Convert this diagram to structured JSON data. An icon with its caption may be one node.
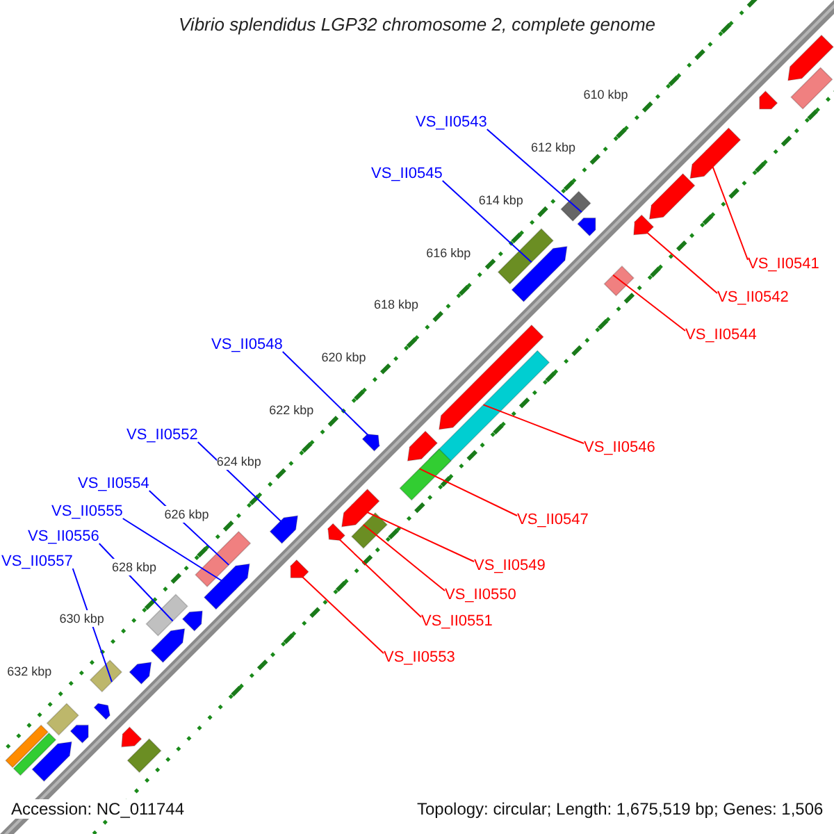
{
  "diagram": {
    "title": "Vibrio splendidus LGP32 chromosome 2, complete genome",
    "nodes": [
      {
        "text": [
          "VS_II0543"
        ]
      },
      {
        "text": [],
        "shape": "box"
      },
      {
        "text": [
          "VS_II0545"
        ]
      },
      {
        "text": [],
        "shape": "box"
      },
      {
        "text": [
          "VS_II0541"
        ]
      },
      {
        "text": [],
        "shape": "arrow"
      },
      {
        "text": [
          "VS_II0542"
        ]
      },
      {
        "text": [],
        "shape": "arrow"
      },
      {
        "text": [
          "VS_II0544"
        ]
      },
      {
        "text": [],
        "shape": "box"
      },
      {
        "text": [
          "VS_II0548"
        ]
      },
      {
        "text": [],
        "shape": "arrow"
      },
      {
        "text": [
          "VS_II0552"
        ]
      },
      {
        "text": [],
        "shape": "arrow"
      },
      {
        "text": [
          "VS_II0546"
        ]
      },
      {
        "text": [],
        "shape": "box"
      },
      {
        "text": [
          "VS_II0554"
        ]
      },
      {
        "text": [],
        "shape": "box"
      },
      {
        "text": [
          "VS_II0555"
        ]
      },
      {
        "text": [],
        "shape": "arrow"
      },
      {
        "text": [
          "VS_II0547"
        ]
      },
      {
        "text": [],
        "shape": "box"
      },
      {
        "text": [
          "VS_II0556"
        ]
      },
      {
        "text": [],
        "shape": "box"
      },
      {
        "text": [
          "VS_II0557"
        ]
      },
      {
        "text": [],
        "shape": "box"
      },
      {
        "text": [
          "VS_II0549"
        ]
      },
      {
        "text": [],
        "shape": "arrow"
      },
      {
        "text": [
          "VS_II0550"
        ]
      },
      {
        "text": [],
        "shape": "box"
      },
      {
        "text": [
          "VS_II0551"
        ]
      },
      {
        "text": [],
        "shape": "arrow"
      },
      {
        "text": [
          "VS_II0553"
        ]
      },
      {
        "text": [],
        "shape": "arrow"
      },
      {
        "text": [],
        "shape": "arrow"
      },
      {
        "text": [],
        "shape": "arrow"
      },
      {
        "text": [],
        "shape": "arrow"
      },
      {
        "text": [],
        "shape": "arrow"
      },
      {
        "text": [],
        "shape": "arrow"
      },
      {
        "text": [],
        "shape": "arrow"
      },
      {
        "text": [],
        "shape": "arrow"
      },
      {
        "text": [],
        "shape": "arrow"
      },
      {
        "text": [],
        "shape": "box"
      },
      {
        "text": [],
        "shape": "box"
      },
      {
        "text": [],
        "shape": "box"
      },
      {
        "text": [],
        "shape": "arrow"
      },
      {
        "text": [],
        "shape": "arrow"
      },
      {
        "text": [],
        "shape": "arrow"
      },
      {
        "text": [],
        "shape": "arrow"
      },
      {
        "text": [],
        "shape": "arrow"
      },
      {
        "text": [],
        "shape": "arrow"
      },
      {
        "text": [],
        "shape": "box"
      },
      {
        "text": [],
        "shape": "box"
      }
    ],
    "edges": [
      {
        "from": 0,
        "to": 1,
        "arrow": "none",
        "color": "#0000ff"
      },
      {
        "from": 2,
        "to": 3,
        "arrow": "none",
        "color": "#0000ff"
      },
      {
        "from": 4,
        "to": 5,
        "arrow": "none"
      },
      {
        "from": 6,
        "to": 7,
        "arrow": "none"
      },
      {
        "from": 8,
        "to": 9,
        "arrow": "none"
      },
      {
        "from": 10,
        "to": 11,
        "arrow": "none",
        "color": "#0000ff"
      },
      {
        "from": 12,
        "to": 13,
        "arrow": "none",
        "color": "#0000ff"
      },
      {
        "from": 14,
        "to": 15,
        "arrow": "none"
      },
      {
        "from": 16,
        "to": 17,
        "arrow": "none",
        "color": "#0000ff"
      },
      {
        "from": 18,
        "to": 19,
        "arrow": "none",
        "color": "#0000ff"
      },
      {
        "from": 20,
        "to": 21,
        "arrow": "none"
      },
      {
        "from": 22,
        "to": 23,
        "arrow": "none",
        "color": "#0000ff"
      },
      {
        "from": 24,
        "to": 25,
        "arrow": "none",
        "color": "#0000ff"
      },
      {
        "from": 26,
        "to": 27,
        "arrow": "none"
      },
      {
        "from": 28,
        "to": 29,
        "arrow": "none"
      },
      {
        "from": 30,
        "to": 31,
        "arrow": "none"
      },
      {
        "from": 32,
        "to": 33,
        "arrow": "none"
      }
    ],
    "labels": [
      "610 kbp",
      "612 kbp",
      "614 kbp",
      "616 kbp",
      "618 kbp",
      "620 kbp",
      "622 kbp",
      "624 kbp",
      "626 kbp",
      "628 kbp",
      "630 kbp",
      "632 kbp",
      "Accession: NC_011744",
      "Topology: circular; Length: 1,675,519 bp; Genes: 1,506"
    ]
  }
}
